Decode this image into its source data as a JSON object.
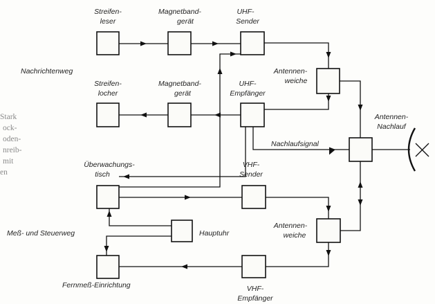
{
  "side_text": [
    "Stark",
    "ock-",
    "oden-",
    "nreib-",
    "mit",
    "en"
  ],
  "labels": {
    "streifenleser": [
      "Streifen-",
      "leser"
    ],
    "magnet1": [
      "Magnetband-",
      "gerät"
    ],
    "uhf_sender": [
      "UHF-",
      "Sender"
    ],
    "nachrichtenweg": "Nachrichtenweg",
    "antennenweiche1": [
      "Antennen-",
      "weiche"
    ],
    "streifenlocher": [
      "Streifen-",
      "locher"
    ],
    "magnet2": [
      "Magnetband-",
      "gerät"
    ],
    "uhf_empfaenger": [
      "UHF-",
      "Empfänger"
    ],
    "antennen_nachlauf": [
      "Antennen-",
      "Nachlauf"
    ],
    "nachlaufsignal": "Nachlaufsignal",
    "ueberwachung": [
      "Überwachungs-",
      "tisch"
    ],
    "vhf_sender": [
      "VHF-",
      "Sender"
    ],
    "mess_steuer": "Meß- und Steuerweg",
    "hauptuhr": "Hauptuhr",
    "antennenweiche2": [
      "Antennen-",
      "weiche"
    ],
    "fernmess": "Fernmeß-Einrichtung",
    "vhf_empfaenger": [
      "VHF-",
      "Empfänger"
    ]
  }
}
